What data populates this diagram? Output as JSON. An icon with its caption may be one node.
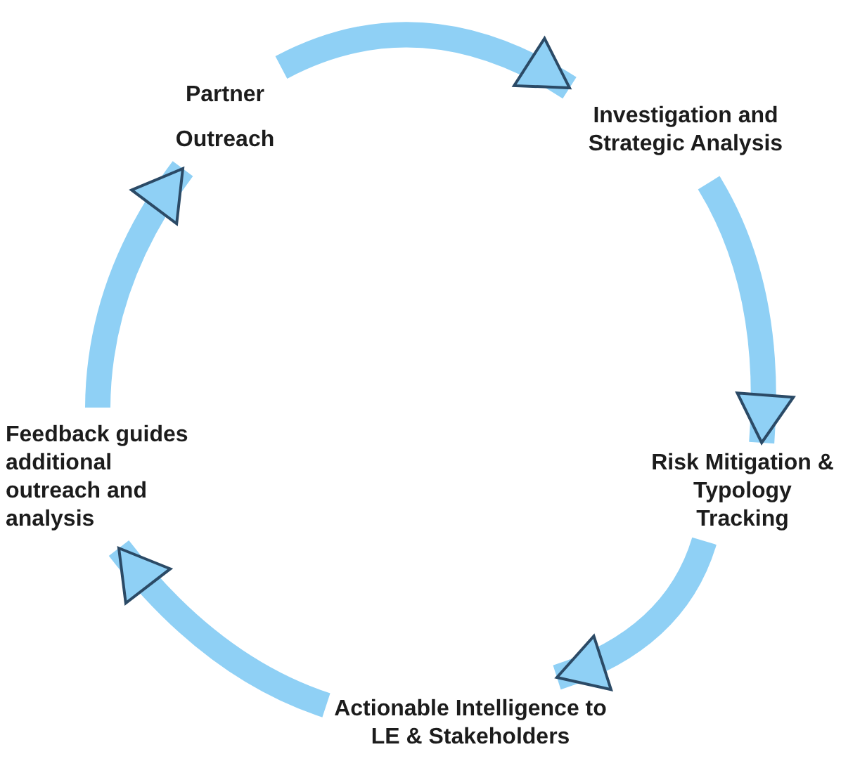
{
  "diagram": {
    "nodes": [
      {
        "text": [
          "Partner Outreach"
        ]
      },
      {
        "text": [
          "Investigation and Strategic Analysis"
        ]
      },
      {
        "text": [
          "Risk Mitigation & Typology Tracking"
        ]
      },
      {
        "text": [
          "Actionable Intelligence to LE & Stakeholders"
        ]
      },
      {
        "text": [
          "Feedback guides additional outreach and analysis"
        ]
      }
    ],
    "edges": [
      {
        "from": 0,
        "to": 1,
        "arrow": "to"
      },
      {
        "from": 1,
        "to": 2,
        "arrow": "to"
      },
      {
        "from": 2,
        "to": 3,
        "arrow": "to"
      },
      {
        "from": 3,
        "to": 4,
        "arrow": "to"
      },
      {
        "from": 4,
        "to": 0,
        "arrow": "to"
      }
    ]
  }
}
